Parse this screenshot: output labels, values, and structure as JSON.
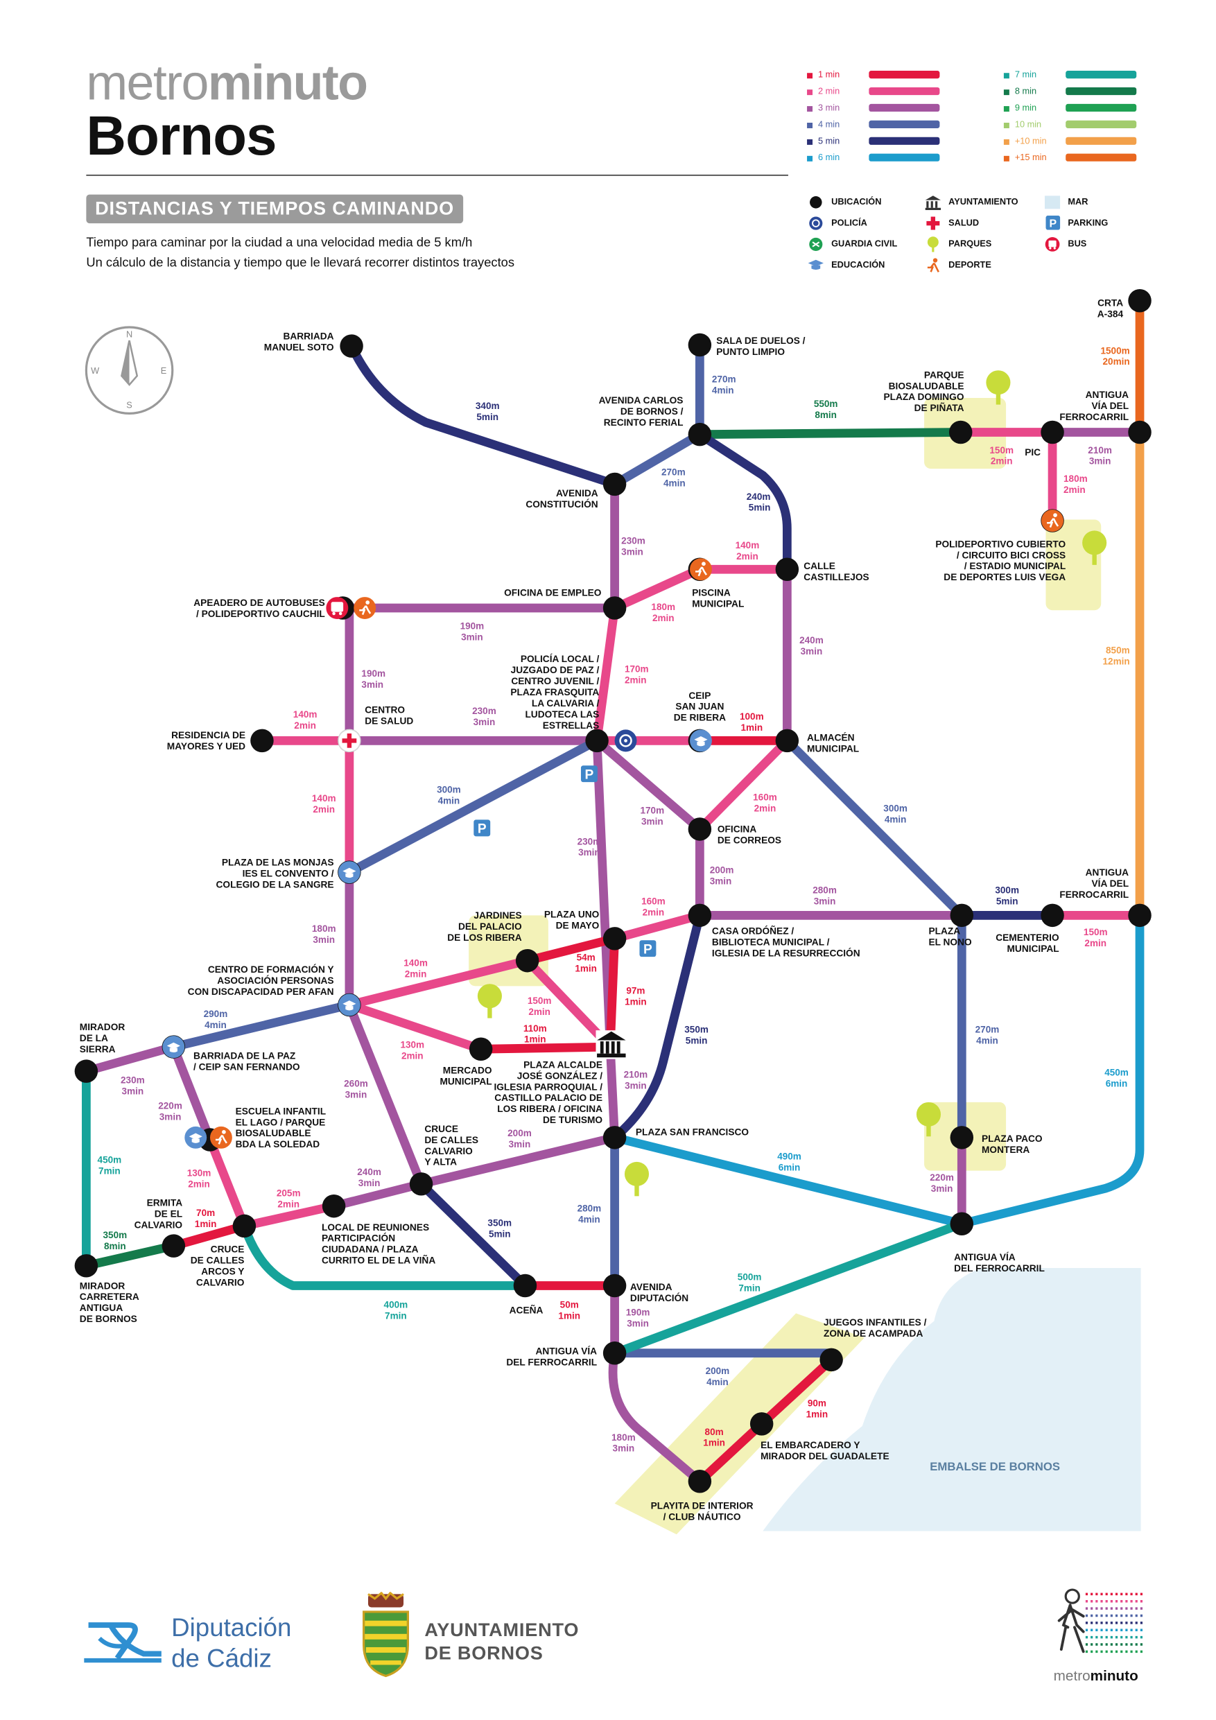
{
  "header": {
    "brand_light": "metro",
    "brand_bold": "minuto",
    "city": "Bornos",
    "banner": "DISTANCIAS Y TIEMPOS CAMINANDO",
    "subtitle_1": "Tiempo para caminar por la ciudad a una velocidad media de 5 km/h",
    "subtitle_2": "Un cálculo de la distancia y tiempo que le llevará recorrer distintos trayectos"
  },
  "colors": {
    "1min": "#e3173e",
    "2min": "#e8488a",
    "3min": "#a3559f",
    "4min": "#4f64a6",
    "5min": "#2b3077",
    "6min": "#1b9ccc",
    "7min": "#16a39a",
    "8min": "#147a4b",
    "9min": "#1fa153",
    "10min": "#a2cc6d",
    "+10min": "#f2a04a",
    "+15min": "#e9671f",
    "water": "#e3f0f7",
    "park": "#f3f2b8",
    "tree": "#c8dc3a"
  },
  "time_legend": [
    {
      "label": "1 min",
      "key": "1min"
    },
    {
      "label": "2 min",
      "key": "2min"
    },
    {
      "label": "3 min",
      "key": "3min"
    },
    {
      "label": "4 min",
      "key": "4min"
    },
    {
      "label": "5 min",
      "key": "5min"
    },
    {
      "label": "6 min",
      "key": "6min"
    },
    {
      "label": "7 min",
      "key": "7min"
    },
    {
      "label": "8 min",
      "key": "8min"
    },
    {
      "label": "9 min",
      "key": "9min"
    },
    {
      "label": "10 min",
      "key": "10min"
    },
    {
      "label": "+10 min",
      "key": "+10min"
    },
    {
      "label": "+15 min",
      "key": "+15min"
    }
  ],
  "icon_legend": [
    {
      "label": "UBICACIÓN",
      "icon": "location-dot-icon"
    },
    {
      "label": "POLICÍA",
      "icon": "police-icon"
    },
    {
      "label": "GUARDIA CIVIL",
      "icon": "guardia-civil-icon"
    },
    {
      "label": "EDUCACIÓN",
      "icon": "education-icon"
    },
    {
      "label": "AYUNTAMIENTO",
      "icon": "town-hall-icon"
    },
    {
      "label": "SALUD",
      "icon": "health-icon"
    },
    {
      "label": "PARQUES",
      "icon": "park-icon"
    },
    {
      "label": "DEPORTE",
      "icon": "sport-icon"
    },
    {
      "label": "MAR",
      "icon": "sea-icon"
    },
    {
      "label": "PARKING",
      "icon": "parking-icon"
    },
    {
      "label": "BUS",
      "icon": "bus-icon"
    }
  ],
  "compass": {
    "n": "N",
    "s": "S",
    "e": "E",
    "w": "W"
  },
  "water_label": "EMBALSE DE BORNOS",
  "parking_letter": "P",
  "stations": [
    {
      "id": "manuel_soto",
      "lines": [
        "BARRIADA",
        "MANUEL SOTO"
      ]
    },
    {
      "id": "sala_duelos",
      "lines": [
        "SALA DE DUELOS /",
        "PUNTO LIMPIO"
      ]
    },
    {
      "id": "crta_a384",
      "lines": [
        "CRTA",
        "A-384"
      ]
    },
    {
      "id": "av_carlos",
      "lines": [
        "AVENIDA CARLOS",
        "DE BORNOS /",
        "RECINTO FERIAL"
      ]
    },
    {
      "id": "parque_bio",
      "lines": [
        "PARQUE",
        "BIOSALUDABLE",
        "PLAZA DOMINGO",
        "DE PIÑATA"
      ]
    },
    {
      "id": "pic",
      "lines": [
        "PIC"
      ]
    },
    {
      "id": "antigua_via_ne",
      "lines": [
        "ANTIGUA",
        "VÍA DEL",
        "FERROCARRIL"
      ]
    },
    {
      "id": "av_constitucion",
      "lines": [
        "AVENIDA",
        "CONSTITUCIÓN"
      ]
    },
    {
      "id": "polideportivo_cub",
      "lines": [
        "POLIDEPORTIVO CUBIERTO",
        "/ CIRCUITO BICI CROSS",
        "/ ESTADIO MUNICIPAL",
        "DE DEPORTES LUIS VEGA"
      ]
    },
    {
      "id": "calle_castillejos",
      "lines": [
        "CALLE",
        "CASTILLEJOS"
      ]
    },
    {
      "id": "piscina",
      "lines": [
        "PISCINA",
        "MUNICIPAL"
      ]
    },
    {
      "id": "oficina_empleo",
      "lines": [
        "OFICINA DE EMPLEO"
      ]
    },
    {
      "id": "apeadero",
      "lines": [
        "APEADERO DE AUTOBUSES",
        "/ POLIDEPORTIVO CAUCHIL"
      ]
    },
    {
      "id": "policia_local",
      "lines": [
        "POLICÍA LOCAL /",
        "JUZGADO DE PAZ /",
        "CENTRO JUVENIL /",
        "PLAZA FRASQUITA",
        "LA CALVARIA /",
        "LUDOTECA LAS",
        "ESTRELLAS"
      ]
    },
    {
      "id": "ceip_sanjuan",
      "lines": [
        "CEIP",
        "SAN JUAN",
        "DE RIBERA"
      ]
    },
    {
      "id": "almacen",
      "lines": [
        "ALMACÉN",
        "MUNICIPAL"
      ]
    },
    {
      "id": "residencia",
      "lines": [
        "RESIDENCIA DE",
        "MAYORES Y UED"
      ]
    },
    {
      "id": "centro_salud",
      "lines": [
        "CENTRO",
        "DE SALUD"
      ]
    },
    {
      "id": "oficina_correos",
      "lines": [
        "OFICINA",
        "DE CORREOS"
      ]
    },
    {
      "id": "plaza_monjas",
      "lines": [
        "PLAZA DE LAS MONJAS",
        "IES EL CONVENTO /",
        "COLEGIO DE LA SANGRE"
      ]
    },
    {
      "id": "jardines",
      "lines": [
        "JARDINES",
        "DEL PALACIO",
        "DE LOS RIBERA"
      ]
    },
    {
      "id": "plaza_uno_mayo",
      "lines": [
        "PLAZA UNO",
        "DE MAYO"
      ]
    },
    {
      "id": "casa_ordonez",
      "lines": [
        "CASA ORDÓÑEZ /",
        "BIBLIOTECA MUNICIPAL /",
        "IGLESIA DE LA RESURRECCIÓN"
      ]
    },
    {
      "id": "plaza_nono",
      "lines": [
        "PLAZA",
        "EL NONO"
      ]
    },
    {
      "id": "cementerio",
      "lines": [
        "CEMENTERIO",
        "MUNICIPAL"
      ]
    },
    {
      "id": "antigua_via_e",
      "lines": [
        "ANTIGUA",
        "VÍA DEL",
        "FERROCARRIL"
      ]
    },
    {
      "id": "centro_formacion",
      "lines": [
        "CENTRO DE FORMACIÓN Y",
        "ASOCIACIÓN PERSONAS",
        "CON DISCAPACIDAD PER AFAN"
      ]
    },
    {
      "id": "mercado",
      "lines": [
        "MERCADO",
        "MUNICIPAL"
      ]
    },
    {
      "id": "plaza_alcalde",
      "lines": [
        "PLAZA ALCALDE",
        "JOSÉ GONZÁLEZ /",
        "IGLESIA PARROQUIAL /",
        "CASTILLO PALACIO DE",
        "LOS RIBERA / OFICINA",
        "DE TURISMO"
      ]
    },
    {
      "id": "mirador_sierra",
      "lines": [
        "MIRADOR",
        "DE LA",
        "SIERRA"
      ]
    },
    {
      "id": "barriada_paz",
      "lines": [
        "BARRIADA DE LA PAZ",
        "/ CEIP SAN FERNANDO"
      ]
    },
    {
      "id": "escuela_infantil",
      "lines": [
        "ESCUELA INFANTIL",
        "EL LAGO / PARQUE",
        "BIOSALUDABLE",
        "BDA LA SOLEDAD"
      ]
    },
    {
      "id": "plaza_san_francisco",
      "lines": [
        "PLAZA SAN FRANCISCO"
      ]
    },
    {
      "id": "cruce_calvario_alta",
      "lines": [
        "CRUCE",
        "DE CALLES",
        "CALVARIO",
        "Y ALTA"
      ]
    },
    {
      "id": "plaza_paco_montera",
      "lines": [
        "PLAZA PACO",
        "MONTERA"
      ]
    },
    {
      "id": "ermita",
      "lines": [
        "ERMITA",
        "DE EL",
        "CALVARIO"
      ]
    },
    {
      "id": "cruce_arcos",
      "lines": [
        "CRUCE",
        "DE CALLES",
        "ARCOS Y",
        "CALVARIO"
      ]
    },
    {
      "id": "local_reuniones",
      "lines": [
        "LOCAL DE REUNIONES",
        "PARTICIPACIÓN",
        "CIUDADANA / PLAZA",
        "CURRITO EL DE LA VIÑA"
      ]
    },
    {
      "id": "antigua_via_se",
      "lines": [
        "ANTIGUA VÍA",
        "DEL FERROCARRIL"
      ]
    },
    {
      "id": "mirador_carretera",
      "lines": [
        "MIRADOR",
        "CARRETERA",
        "ANTIGUA",
        "DE BORNOS"
      ]
    },
    {
      "id": "acena",
      "lines": [
        "ACEÑA"
      ]
    },
    {
      "id": "av_diputacion",
      "lines": [
        "AVENIDA",
        "DIPUTACIÓN"
      ]
    },
    {
      "id": "juegos_infantiles",
      "lines": [
        "JUEGOS INFANTILES /",
        "ZONA DE ACAMPADA"
      ]
    },
    {
      "id": "antigua_via_s",
      "lines": [
        "ANTIGUA VÍA",
        "DEL FERROCARRIL"
      ]
    },
    {
      "id": "embarcadero",
      "lines": [
        "EL EMBARCADERO Y",
        "MIRADOR DEL GUADALETE"
      ]
    },
    {
      "id": "playita",
      "lines": [
        "PLAYITA DE INTERIOR",
        "/ CLUB NÁUTICO"
      ]
    }
  ],
  "segments": [
    {
      "from": "manuel_soto",
      "to": "av_constitucion",
      "color": "5min",
      "dist": "340m",
      "time": "5min"
    },
    {
      "from": "sala_duelos",
      "to": "av_carlos",
      "color": "4min",
      "dist": "270m",
      "time": "4min"
    },
    {
      "from": "av_carlos",
      "to": "av_constitucion",
      "color": "4min",
      "dist": "270m",
      "time": "4min"
    },
    {
      "from": "av_carlos",
      "to": "parque_bio",
      "color": "8min",
      "dist": "550m",
      "time": "8min"
    },
    {
      "from": "av_carlos",
      "to": "calle_castillejos",
      "color": "5min",
      "dist": "240m",
      "time": "5min"
    },
    {
      "from": "parque_bio",
      "to": "pic",
      "color": "2min",
      "dist": "150m",
      "time": "2min"
    },
    {
      "from": "pic",
      "to": "antigua_via_ne",
      "color": "3min",
      "dist": "210m",
      "time": "3min"
    },
    {
      "from": "pic",
      "to": "polideportivo_cub",
      "color": "2min",
      "dist": "180m",
      "time": "2min"
    },
    {
      "from": "crta_a384",
      "to": "antigua_via_ne",
      "color": "+15min",
      "dist": "1500m",
      "time": "20min"
    },
    {
      "from": "antigua_via_ne",
      "to": "antigua_via_e",
      "color": "+10min",
      "dist": "850m",
      "time": "12min"
    },
    {
      "from": "av_constitucion",
      "to": "oficina_empleo",
      "color": "3min",
      "dist": "230m",
      "time": "3min"
    },
    {
      "from": "oficina_empleo",
      "to": "piscina",
      "color": "2min",
      "dist": "180m",
      "time": "2min"
    },
    {
      "from": "piscina",
      "to": "calle_castillejos",
      "color": "2min",
      "dist": "140m",
      "time": "2min"
    },
    {
      "from": "calle_castillejos",
      "to": "almacen",
      "color": "3min",
      "dist": "240m",
      "time": "3min"
    },
    {
      "from": "apeadero",
      "to": "oficina_empleo",
      "color": "3min",
      "dist": "190m",
      "time": "3min"
    },
    {
      "from": "apeadero",
      "to": "centro_salud",
      "color": "3min",
      "dist": "190m",
      "time": "3min"
    },
    {
      "from": "oficina_empleo",
      "to": "policia_local",
      "color": "2min",
      "dist": "170m",
      "time": "2min"
    },
    {
      "from": "residencia",
      "to": "centro_salud",
      "color": "2min",
      "dist": "140m",
      "time": "2min"
    },
    {
      "from": "centro_salud",
      "to": "policia_local",
      "color": "3min",
      "dist": "230m",
      "time": "3min"
    },
    {
      "from": "policia_local",
      "to": "ceip_sanjuan",
      "color": "2min",
      "dist": "",
      "time": ""
    },
    {
      "from": "ceip_sanjuan",
      "to": "almacen",
      "color": "1min",
      "dist": "100m",
      "time": "1min"
    },
    {
      "from": "policia_local",
      "to": "oficina_correos",
      "color": "3min",
      "dist": "170m",
      "time": "3min"
    },
    {
      "from": "almacen",
      "to": "oficina_correos",
      "color": "2min",
      "dist": "160m",
      "time": "2min"
    },
    {
      "from": "centro_salud",
      "to": "plaza_monjas",
      "color": "2min",
      "dist": "140m",
      "time": "2min"
    },
    {
      "from": "policia_local",
      "to": "plaza_monjas",
      "color": "4min",
      "dist": "300m",
      "time": "4min"
    },
    {
      "from": "almacen",
      "to": "plaza_nono",
      "color": "4min",
      "dist": "300m",
      "time": "4min"
    },
    {
      "from": "oficina_correos",
      "to": "casa_ordonez",
      "color": "3min",
      "dist": "200m",
      "time": "3min"
    },
    {
      "from": "policia_local",
      "to": "plaza_alcalde",
      "color": "3min",
      "dist": "230m",
      "time": "3min"
    },
    {
      "from": "plaza_uno_mayo",
      "to": "casa_ordonez",
      "color": "2min",
      "dist": "160m",
      "time": "2min"
    },
    {
      "from": "casa_ordonez",
      "to": "plaza_nono",
      "color": "3min",
      "dist": "280m",
      "time": "3min"
    },
    {
      "from": "plaza_nono",
      "to": "cementerio",
      "color": "5min",
      "dist": "300m",
      "time": "5min"
    },
    {
      "from": "cementerio",
      "to": "antigua_via_e",
      "color": "2min",
      "dist": "150m",
      "time": "2min"
    },
    {
      "from": "plaza_monjas",
      "to": "centro_formacion",
      "color": "3min",
      "dist": "180m",
      "time": "3min"
    },
    {
      "from": "jardines",
      "to": "plaza_uno_mayo",
      "color": "1min",
      "dist": "54m",
      "time": "1min"
    },
    {
      "from": "plaza_uno_mayo",
      "to": "plaza_alcalde",
      "color": "1min",
      "dist": "97m",
      "time": "1min"
    },
    {
      "from": "centro_formacion",
      "to": "jardines",
      "color": "2min",
      "dist": "140m",
      "time": "2min"
    },
    {
      "from": "jardines",
      "to": "plaza_alcalde",
      "color": "2min",
      "dist": "150m",
      "time": "2min"
    },
    {
      "from": "centro_formacion",
      "to": "mercado",
      "color": "2min",
      "dist": "130m",
      "time": "2min"
    },
    {
      "from": "mercado",
      "to": "plaza_alcalde",
      "color": "1min",
      "dist": "110m",
      "time": "1min"
    },
    {
      "from": "casa_ordonez",
      "to": "plaza_san_francisco",
      "color": "5min",
      "dist": "350m",
      "time": "5min"
    },
    {
      "from": "plaza_alcalde",
      "to": "plaza_san_francisco",
      "color": "3min",
      "dist": "210m",
      "time": "3min"
    },
    {
      "from": "centro_formacion",
      "to": "barriada_paz",
      "color": "4min",
      "dist": "290m",
      "time": "4min"
    },
    {
      "from": "barriada_paz",
      "to": "mirador_sierra",
      "color": "3min",
      "dist": "230m",
      "time": "3min"
    },
    {
      "from": "barriada_paz",
      "to": "escuela_infantil",
      "color": "3min",
      "dist": "220m",
      "time": "3min"
    },
    {
      "from": "escuela_infantil",
      "to": "cruce_arcos",
      "color": "2min",
      "dist": "130m",
      "time": "2min"
    },
    {
      "from": "centro_formacion",
      "to": "cruce_calvario_alta",
      "color": "3min",
      "dist": "260m",
      "time": "3min"
    },
    {
      "from": "cruce_calvario_alta",
      "to": "plaza_san_francisco",
      "color": "3min",
      "dist": "200m",
      "time": "3min"
    },
    {
      "from": "plaza_nono",
      "to": "plaza_paco_montera",
      "color": "4min",
      "dist": "270m",
      "time": "4min"
    },
    {
      "from": "plaza_san_francisco",
      "to": "antigua_via_se",
      "color": "6min",
      "dist": "490m",
      "time": "6min"
    },
    {
      "from": "plaza_paco_montera",
      "to": "antigua_via_se",
      "color": "3min",
      "dist": "220m",
      "time": "3min"
    },
    {
      "from": "antigua_via_e",
      "to": "antigua_via_se",
      "color": "6min",
      "dist": "450m",
      "time": "6min"
    },
    {
      "from": "mirador_sierra",
      "to": "mirador_carretera",
      "color": "7min",
      "dist": "450m",
      "time": "7min"
    },
    {
      "from": "mirador_carretera",
      "to": "ermita",
      "color": "8min",
      "dist": "350m",
      "time": "8min"
    },
    {
      "from": "ermita",
      "to": "cruce_arcos",
      "color": "1min",
      "dist": "70m",
      "time": "1min"
    },
    {
      "from": "cruce_arcos",
      "to": "local_reuniones",
      "color": "2min",
      "dist": "205m",
      "time": "2min"
    },
    {
      "from": "local_reuniones",
      "to": "cruce_calvario_alta",
      "color": "3min",
      "dist": "240m",
      "time": "3min"
    },
    {
      "from": "cruce_calvario_alta",
      "to": "acena",
      "color": "5min",
      "dist": "350m",
      "time": "5min"
    },
    {
      "from": "cruce_arcos",
      "to": "acena",
      "color": "7min",
      "dist": "400m",
      "time": "7min"
    },
    {
      "from": "acena",
      "to": "av_diputacion",
      "color": "1min",
      "dist": "50m",
      "time": "1min"
    },
    {
      "from": "plaza_san_francisco",
      "to": "av_diputacion",
      "color": "4min",
      "dist": "280m",
      "time": "4min"
    },
    {
      "from": "av_diputacion",
      "to": "antigua_via_s",
      "color": "3min",
      "dist": "190m",
      "time": "3min"
    },
    {
      "from": "antigua_via_s",
      "to": "juegos_infantiles",
      "color": "4min",
      "dist": "200m",
      "time": "4min"
    },
    {
      "from": "antigua_via_s",
      "to": "antigua_via_se",
      "color": "7min",
      "dist": "500m",
      "time": "7min"
    },
    {
      "from": "antigua_via_s",
      "to": "playita",
      "color": "3min",
      "dist": "180m",
      "time": "3min"
    },
    {
      "from": "juegos_infantiles",
      "to": "embarcadero",
      "color": "1min",
      "dist": "90m",
      "time": "1min"
    },
    {
      "from": "embarcadero",
      "to": "playita",
      "color": "1min",
      "dist": "80m",
      "time": "1min"
    }
  ],
  "footer": {
    "diputacion_1": "Diputación",
    "diputacion_2": "de Cádiz",
    "ayto_1": "AYUNTAMIENTO",
    "ayto_2": "DE BORNOS",
    "mm_light": "metro",
    "mm_bold": "minuto"
  }
}
